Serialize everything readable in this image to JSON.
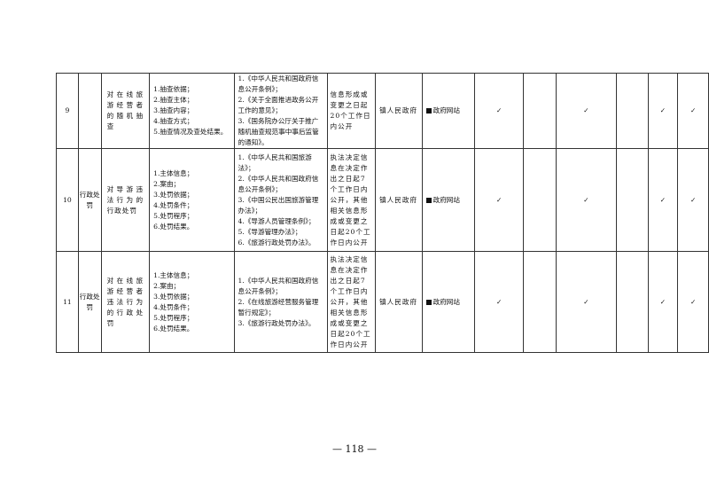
{
  "rows": [
    {
      "num": "9",
      "category": "",
      "item": "对在线旅游经营者的随机抽查",
      "elements": [
        "1.抽查依据；",
        "2.抽查主体；",
        "3.抽查内容；",
        "4.抽查方式；",
        "5.抽查情况及查处结果。"
      ],
      "basis": [
        "1.《中华人民共和国政府信息公开条例》；",
        "2.《关于全面推进政务公开工作的意见》；",
        "3.《国务院办公厅关于推广随机抽查规范事中事后监管的通知》。"
      ],
      "time": "信息形成或变更之日起20个工作日内公开",
      "subject": "镇人民政府",
      "channel": "政府网站",
      "checks": [
        "✓",
        "",
        "✓",
        "",
        "✓",
        "✓"
      ]
    },
    {
      "num": "10",
      "category": "行政处罚",
      "item": "对导游违法行为的行政处罚",
      "elements": [
        "1.主体信息；",
        "2.案由；",
        "3.处罚依据；",
        "4.处罚条件；",
        "5.处罚程序；",
        "6.处罚结果。"
      ],
      "basis": [
        "1.《中华人民共和国旅游法》；",
        "2.《中华人民共和国政府信息公开条例》；",
        "3.《中国公民出国旅游管理办法》；",
        "4.《导游人员管理条例》；",
        "5.《导游管理办法》；",
        "6.《旅游行政处罚办法》。"
      ],
      "time": "执法决定信息在决定作出之日起7个工作日内公开，其他相关信息形成或变更之日起20个工作日内公开",
      "subject": "镇人民政府",
      "channel": "政府网站",
      "checks": [
        "✓",
        "",
        "✓",
        "",
        "✓",
        "✓"
      ]
    },
    {
      "num": "11",
      "category": "行政处罚",
      "item": "对在线旅游经营者违法行为的行政处罚",
      "elements": [
        "1.主体信息；",
        "2.案由；",
        "3.处罚依据；",
        "4.处罚条件；",
        "5.处罚程序；",
        "6.处罚结果。"
      ],
      "basis": [
        "1.《中华人民共和国政府信息公开条例》；",
        "2.《在线旅游经营服务管理暂行规定》；",
        "3.《旅游行政处罚办法》。"
      ],
      "time": "执法决定信息在决定作出之日起7个工作日内公开，其他相关信息形成或变更之日起20个工作日内公开",
      "subject": "镇人民政府",
      "channel": "政府网站",
      "checks": [
        "✓",
        "",
        "✓",
        "",
        "✓",
        "✓"
      ]
    }
  ],
  "page_number": "— 118 —"
}
